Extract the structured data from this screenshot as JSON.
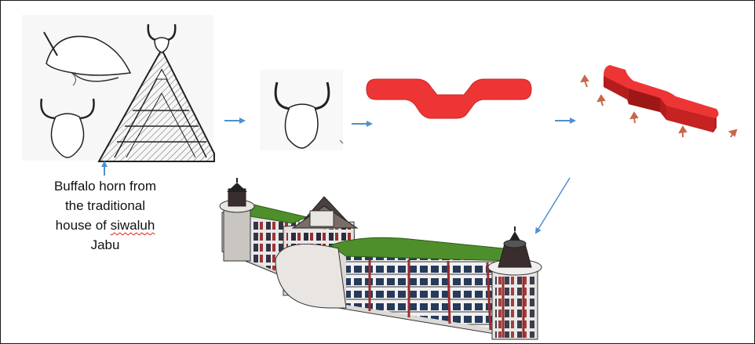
{
  "caption": {
    "line1": "Buffalo horn from",
    "line2": "the traditional",
    "line3_prefix": "house of ",
    "line3_word": "siwaluh",
    "line4": "Jabu"
  },
  "colors": {
    "arrow": "#4f8fd0",
    "shape_red": "#ee3535",
    "shape_dark_red": "#b51d1d",
    "roof_green": "#4e8f2c",
    "small_arrow": "#c8674a"
  }
}
